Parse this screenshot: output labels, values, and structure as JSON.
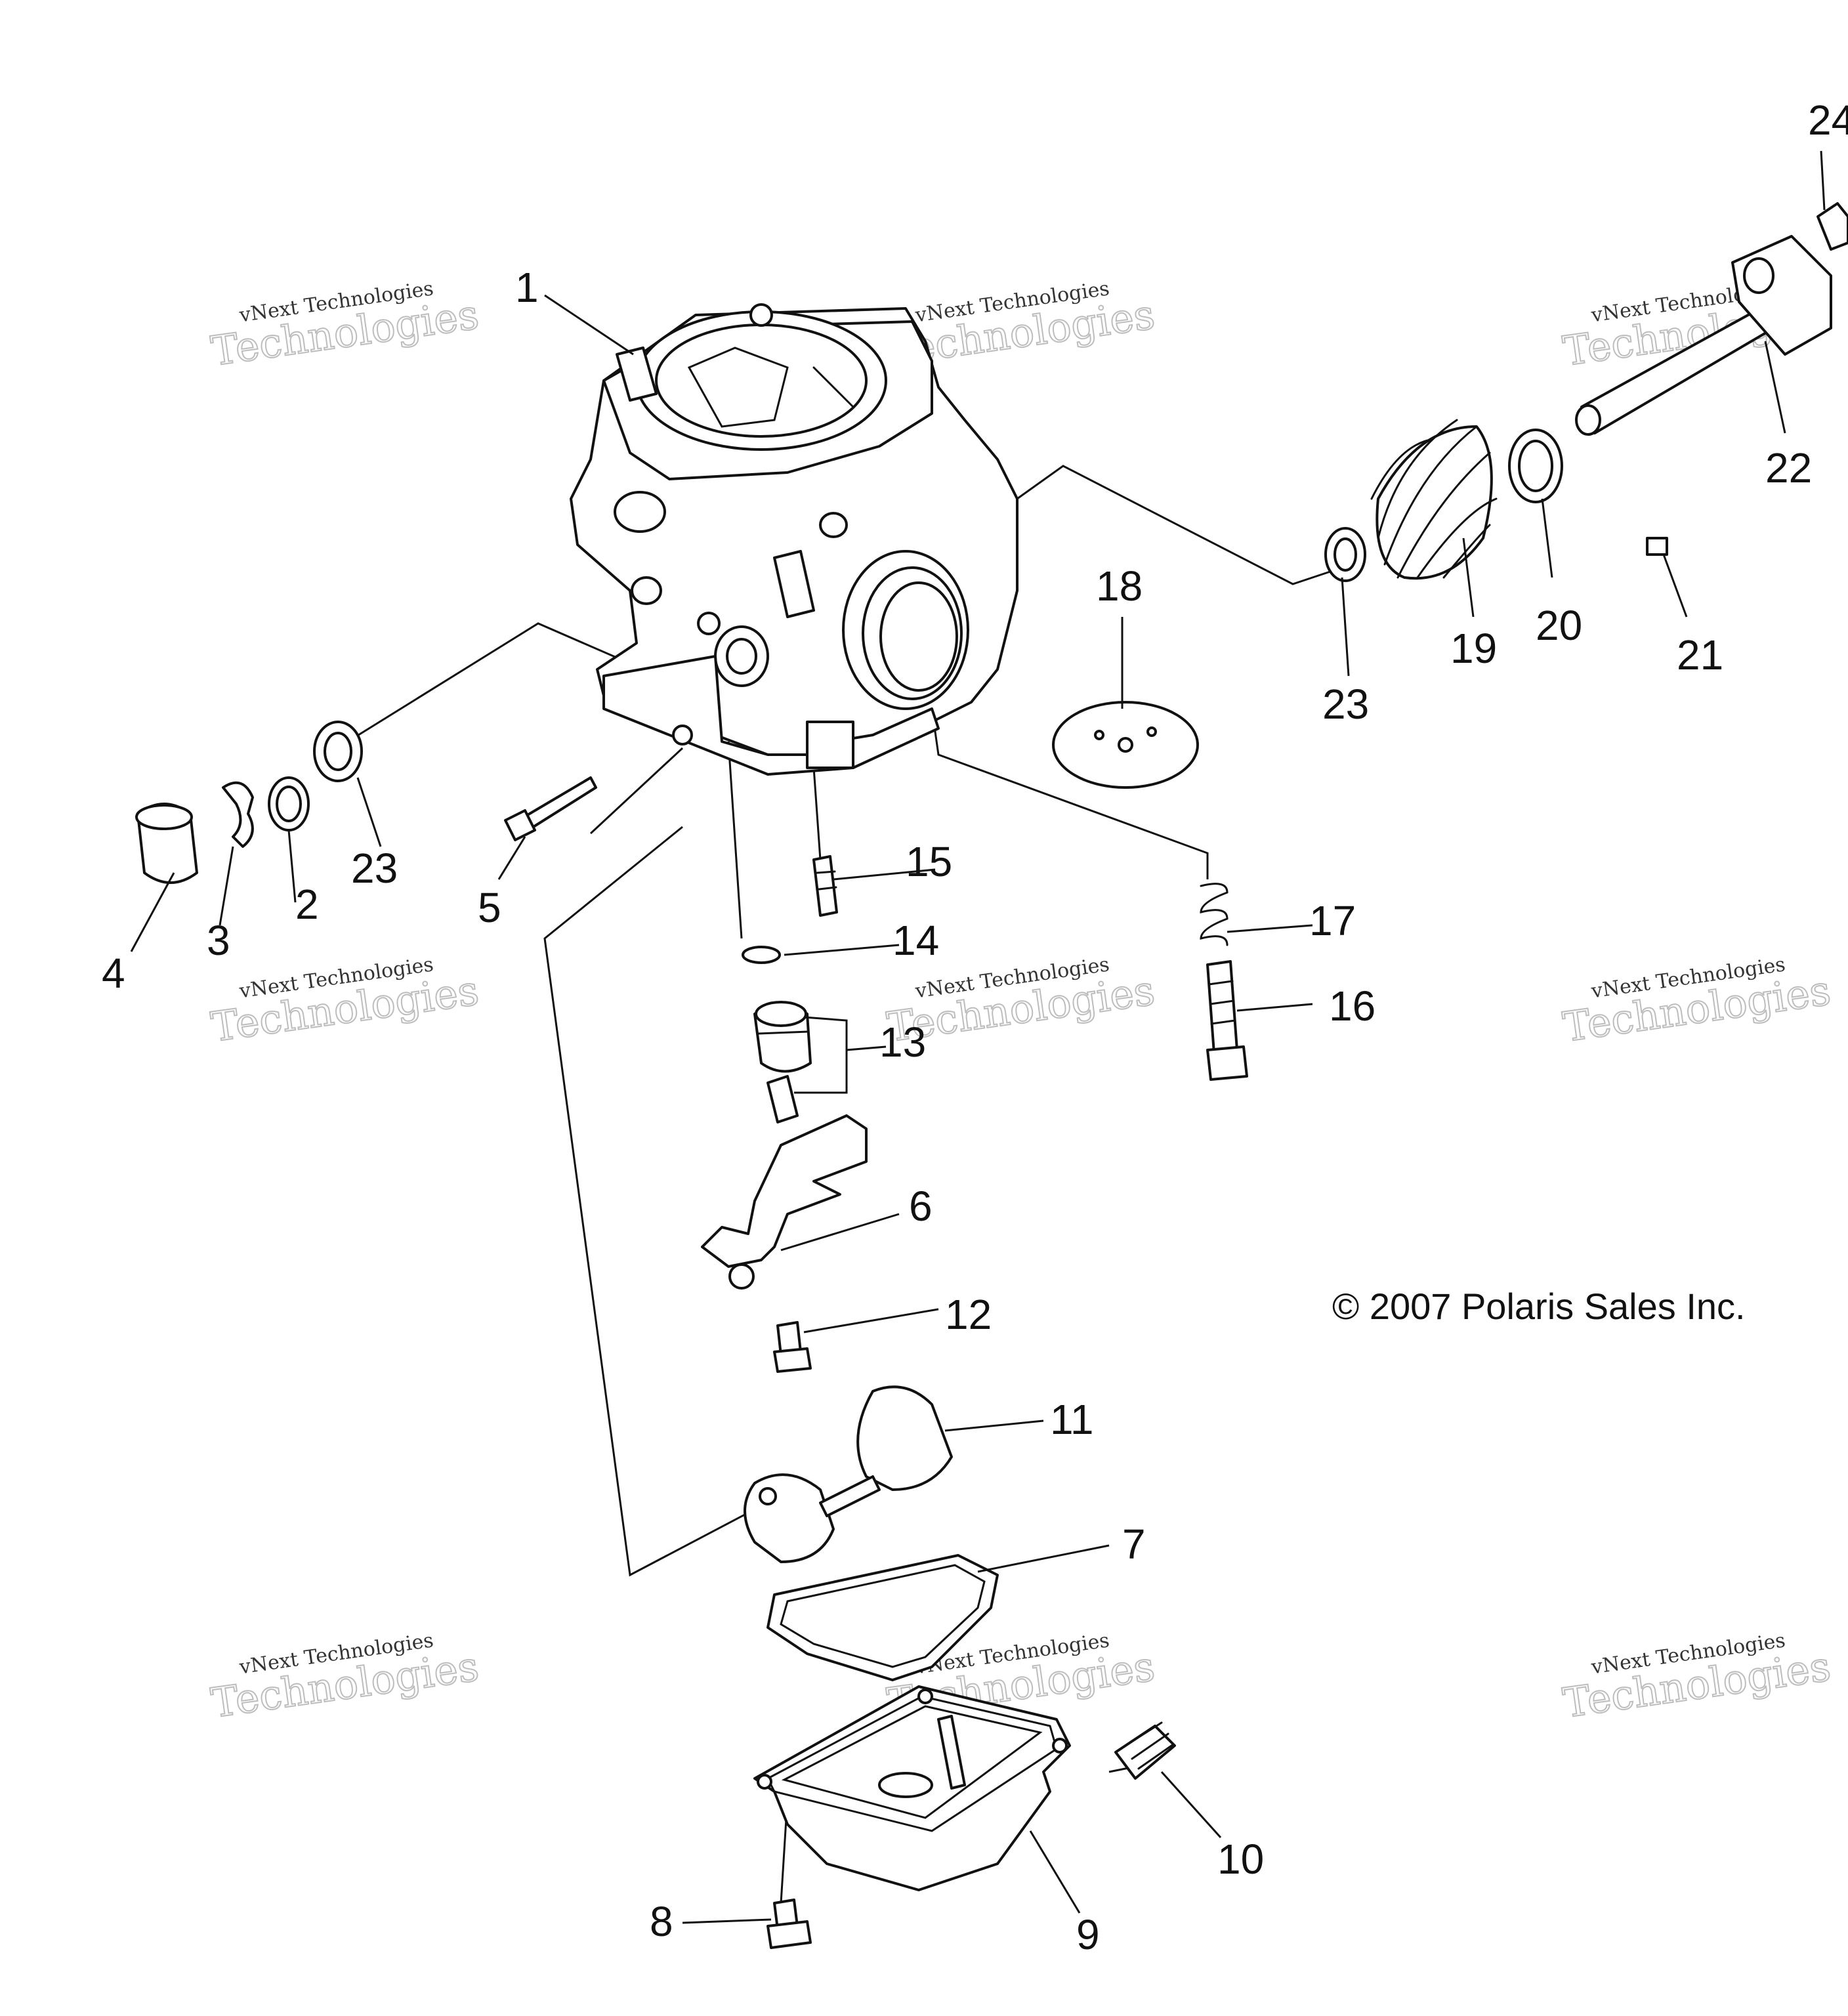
{
  "copyright": "© 2007 Polaris Sales Inc.",
  "watermark": {
    "line1": "vNext Technologies",
    "line2": "Technologies"
  },
  "callouts": [
    {
      "id": "1",
      "label": "1"
    },
    {
      "id": "2",
      "label": "2"
    },
    {
      "id": "3",
      "label": "3"
    },
    {
      "id": "4",
      "label": "4"
    },
    {
      "id": "5",
      "label": "5"
    },
    {
      "id": "6",
      "label": "6"
    },
    {
      "id": "7",
      "label": "7"
    },
    {
      "id": "8",
      "label": "8"
    },
    {
      "id": "9",
      "label": "9"
    },
    {
      "id": "10",
      "label": "10"
    },
    {
      "id": "11",
      "label": "11"
    },
    {
      "id": "12",
      "label": "12"
    },
    {
      "id": "13",
      "label": "13"
    },
    {
      "id": "14",
      "label": "14"
    },
    {
      "id": "15",
      "label": "15"
    },
    {
      "id": "16",
      "label": "16"
    },
    {
      "id": "17",
      "label": "17"
    },
    {
      "id": "18",
      "label": "18"
    },
    {
      "id": "19",
      "label": "19"
    },
    {
      "id": "20",
      "label": "20"
    },
    {
      "id": "21",
      "label": "21"
    },
    {
      "id": "22",
      "label": "22"
    },
    {
      "id": "23a",
      "label": "23"
    },
    {
      "id": "23b",
      "label": "23"
    },
    {
      "id": "24",
      "label": "24"
    }
  ]
}
